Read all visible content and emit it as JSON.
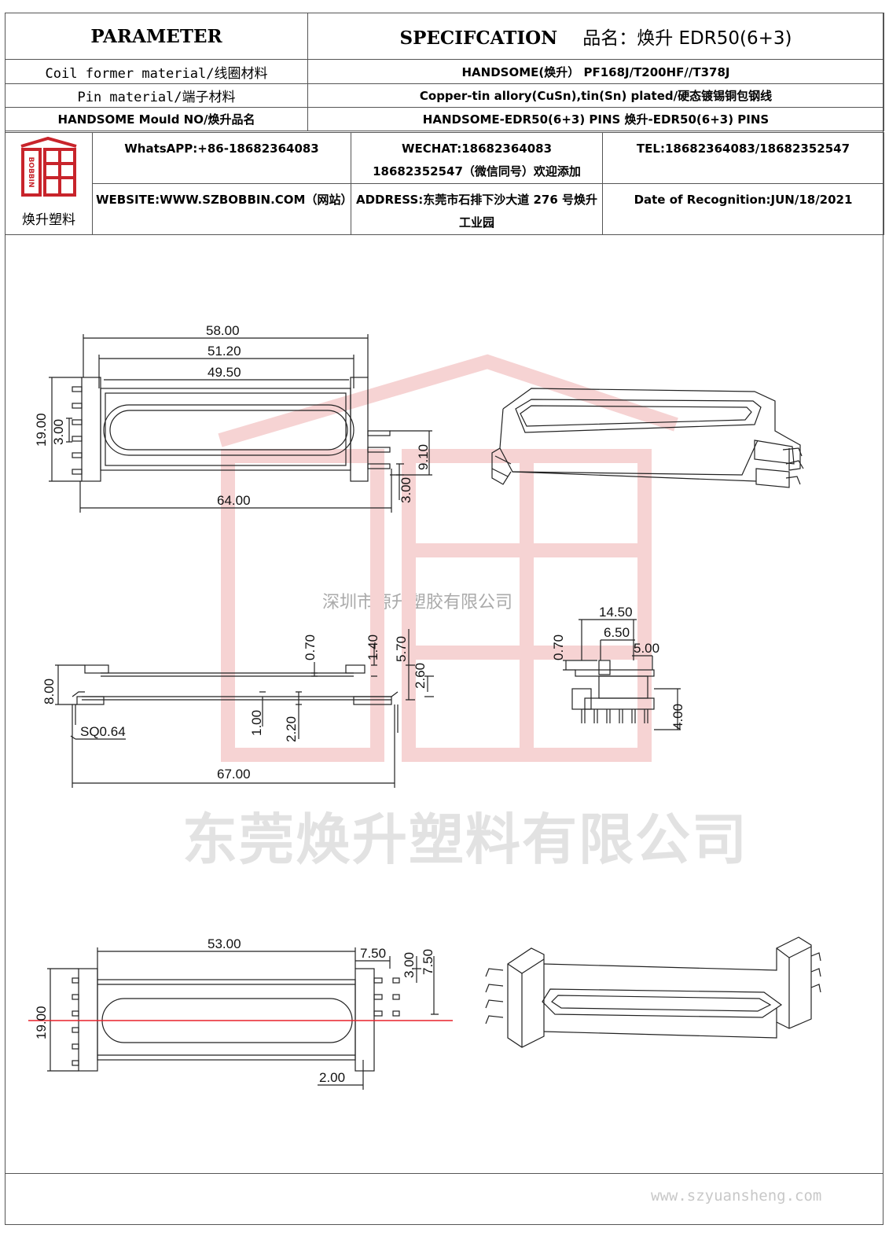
{
  "header": {
    "parameter_label": "PARAMETER",
    "spec_label": "SPECIFCATION",
    "product_name": "品名：焕升 EDR50(6+3)"
  },
  "rows": [
    {
      "param": "Coil former material/线圈材料",
      "value": "HANDSOME(焕升）  PF168J/T200HF//T378J"
    },
    {
      "param": "Pin material/端子材料",
      "value": "Copper-tin allory(CuSn),tin(Sn) plated/硬态镀锡铜包钢线"
    },
    {
      "param": "HANDSOME Mould NO/焕升品名",
      "value": "HANDSOME-EDR50(6+3) PINS   焕升-EDR50(6+3) PINS"
    }
  ],
  "company": {
    "logo_text": "焕升塑料",
    "whatsapp": "WhatsAPP:+86-18682364083",
    "wechat": "WECHAT:18682364083 18682352547（微信同号）欢迎添加",
    "tel": "TEL:18682364083/18682352547",
    "website": "WEBSITE:WWW.SZBOBBIN.COM（网站）",
    "address": "ADDRESS:东莞市石排下沙大道 276 号焕升工业园",
    "date": "Date of Recognition:JUN/18/2021"
  },
  "watermarks": {
    "small": "深圳市源升塑胶有限公司",
    "large": "东莞焕升塑料有限公司",
    "site": "www.szyuansheng.com"
  },
  "dimensions": {
    "top_view": [
      "58.00",
      "51.20",
      "49.50",
      "19.00",
      "3.00",
      "9.10",
      "3.00",
      "64.00"
    ],
    "side_view": [
      "0.70",
      "1.40",
      "5.70",
      "2.60",
      "8.00",
      "1.00",
      "2.20",
      "SQ0.64",
      "67.00"
    ],
    "end_view": [
      "14.50",
      "6.50",
      "5.00",
      "0.70",
      "4.00"
    ],
    "bottom_view": [
      "53.00",
      "7.50",
      "3.00",
      "7.50",
      "19.00",
      "2.00"
    ]
  },
  "colors": {
    "logo_red": "#c8242b",
    "centerline_red": "#e8202a",
    "watermark_pink": "#f6d3d3"
  }
}
